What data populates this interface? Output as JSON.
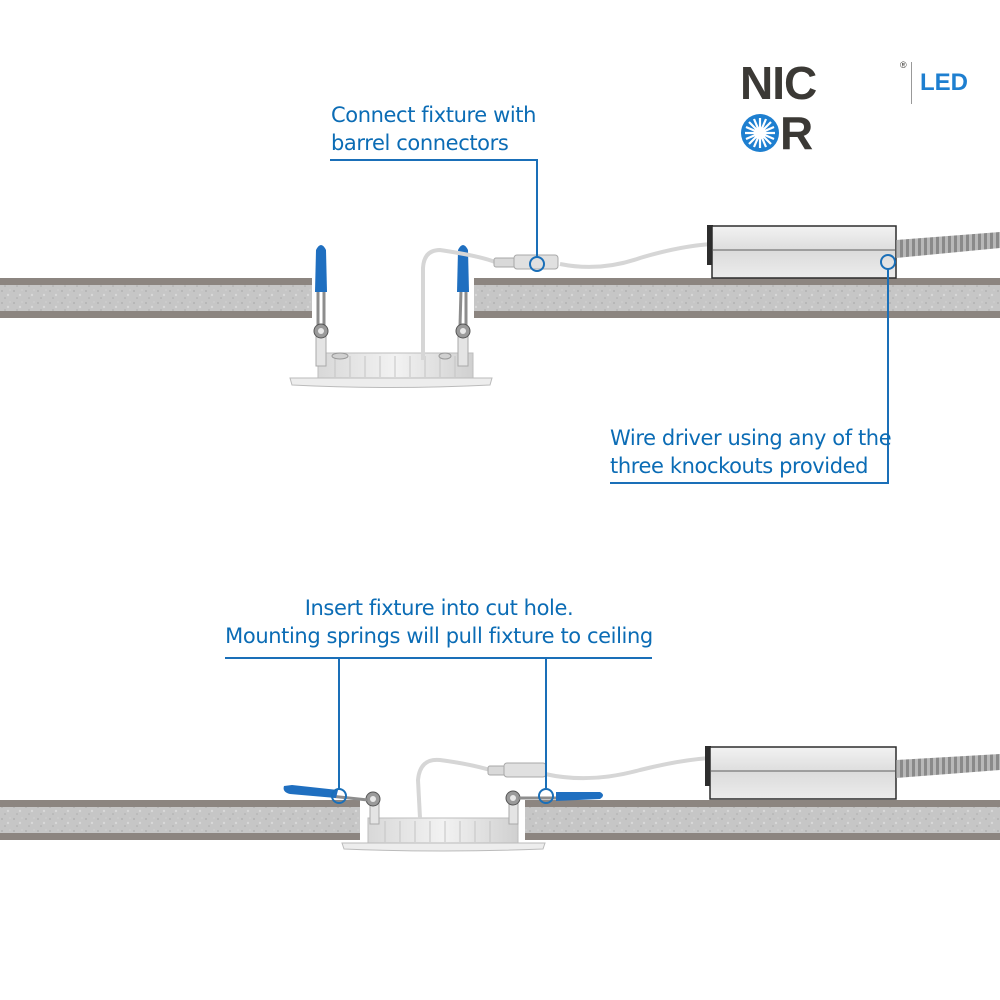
{
  "brand": {
    "name_part1": "NIC",
    "name_part2": "R",
    "registered": "®",
    "suffix": "LED",
    "colors": {
      "wordmark": "#3b3935",
      "accent": "#1e7fd0"
    }
  },
  "callouts": {
    "connect": {
      "line1": "Connect fixture with",
      "line2": "barrel connectors"
    },
    "driver": {
      "line1": "Wire driver using any of the",
      "line2": "three knockouts provided"
    },
    "insert": {
      "line1": "Insert fixture into cut hole.",
      "line2": "Mounting springs will pull fixture to ceiling"
    }
  },
  "colors": {
    "callout_text": "#0b6cb5",
    "callout_line": "#1a6fb8",
    "spring_tip": "#1f6fc0",
    "ceiling_face": "#8c8580",
    "ceiling_core": "#c4c4c4",
    "driver_body": "#e6e6e6"
  },
  "scenes": [
    {
      "name": "before-insertion",
      "springs": "upright"
    },
    {
      "name": "after-insertion",
      "springs": "folded"
    }
  ]
}
